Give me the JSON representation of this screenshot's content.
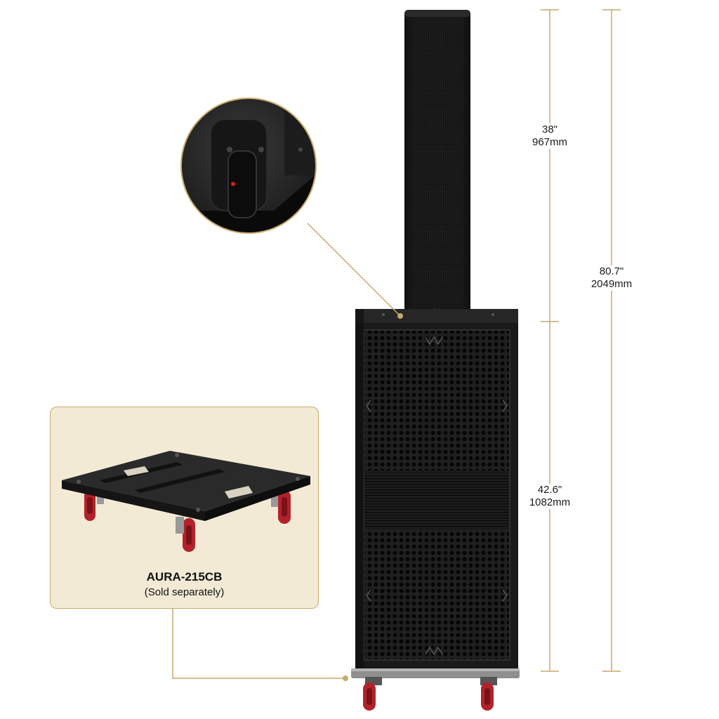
{
  "accessory": {
    "name": "AURA-215CB",
    "note": "(Sold separately)"
  },
  "dimensions": {
    "column": {
      "inches": "38\"",
      "mm": "967mm"
    },
    "total": {
      "inches": "80.7\"",
      "mm": "2049mm"
    },
    "subwoofer": {
      "inches": "42.6\"",
      "mm": "1082mm"
    }
  },
  "colors": {
    "accent_gold": "#c9a96a",
    "inset_background": "#f3ead6",
    "caster_red": "#b3222b",
    "speaker_black": "#1c1c1c"
  }
}
